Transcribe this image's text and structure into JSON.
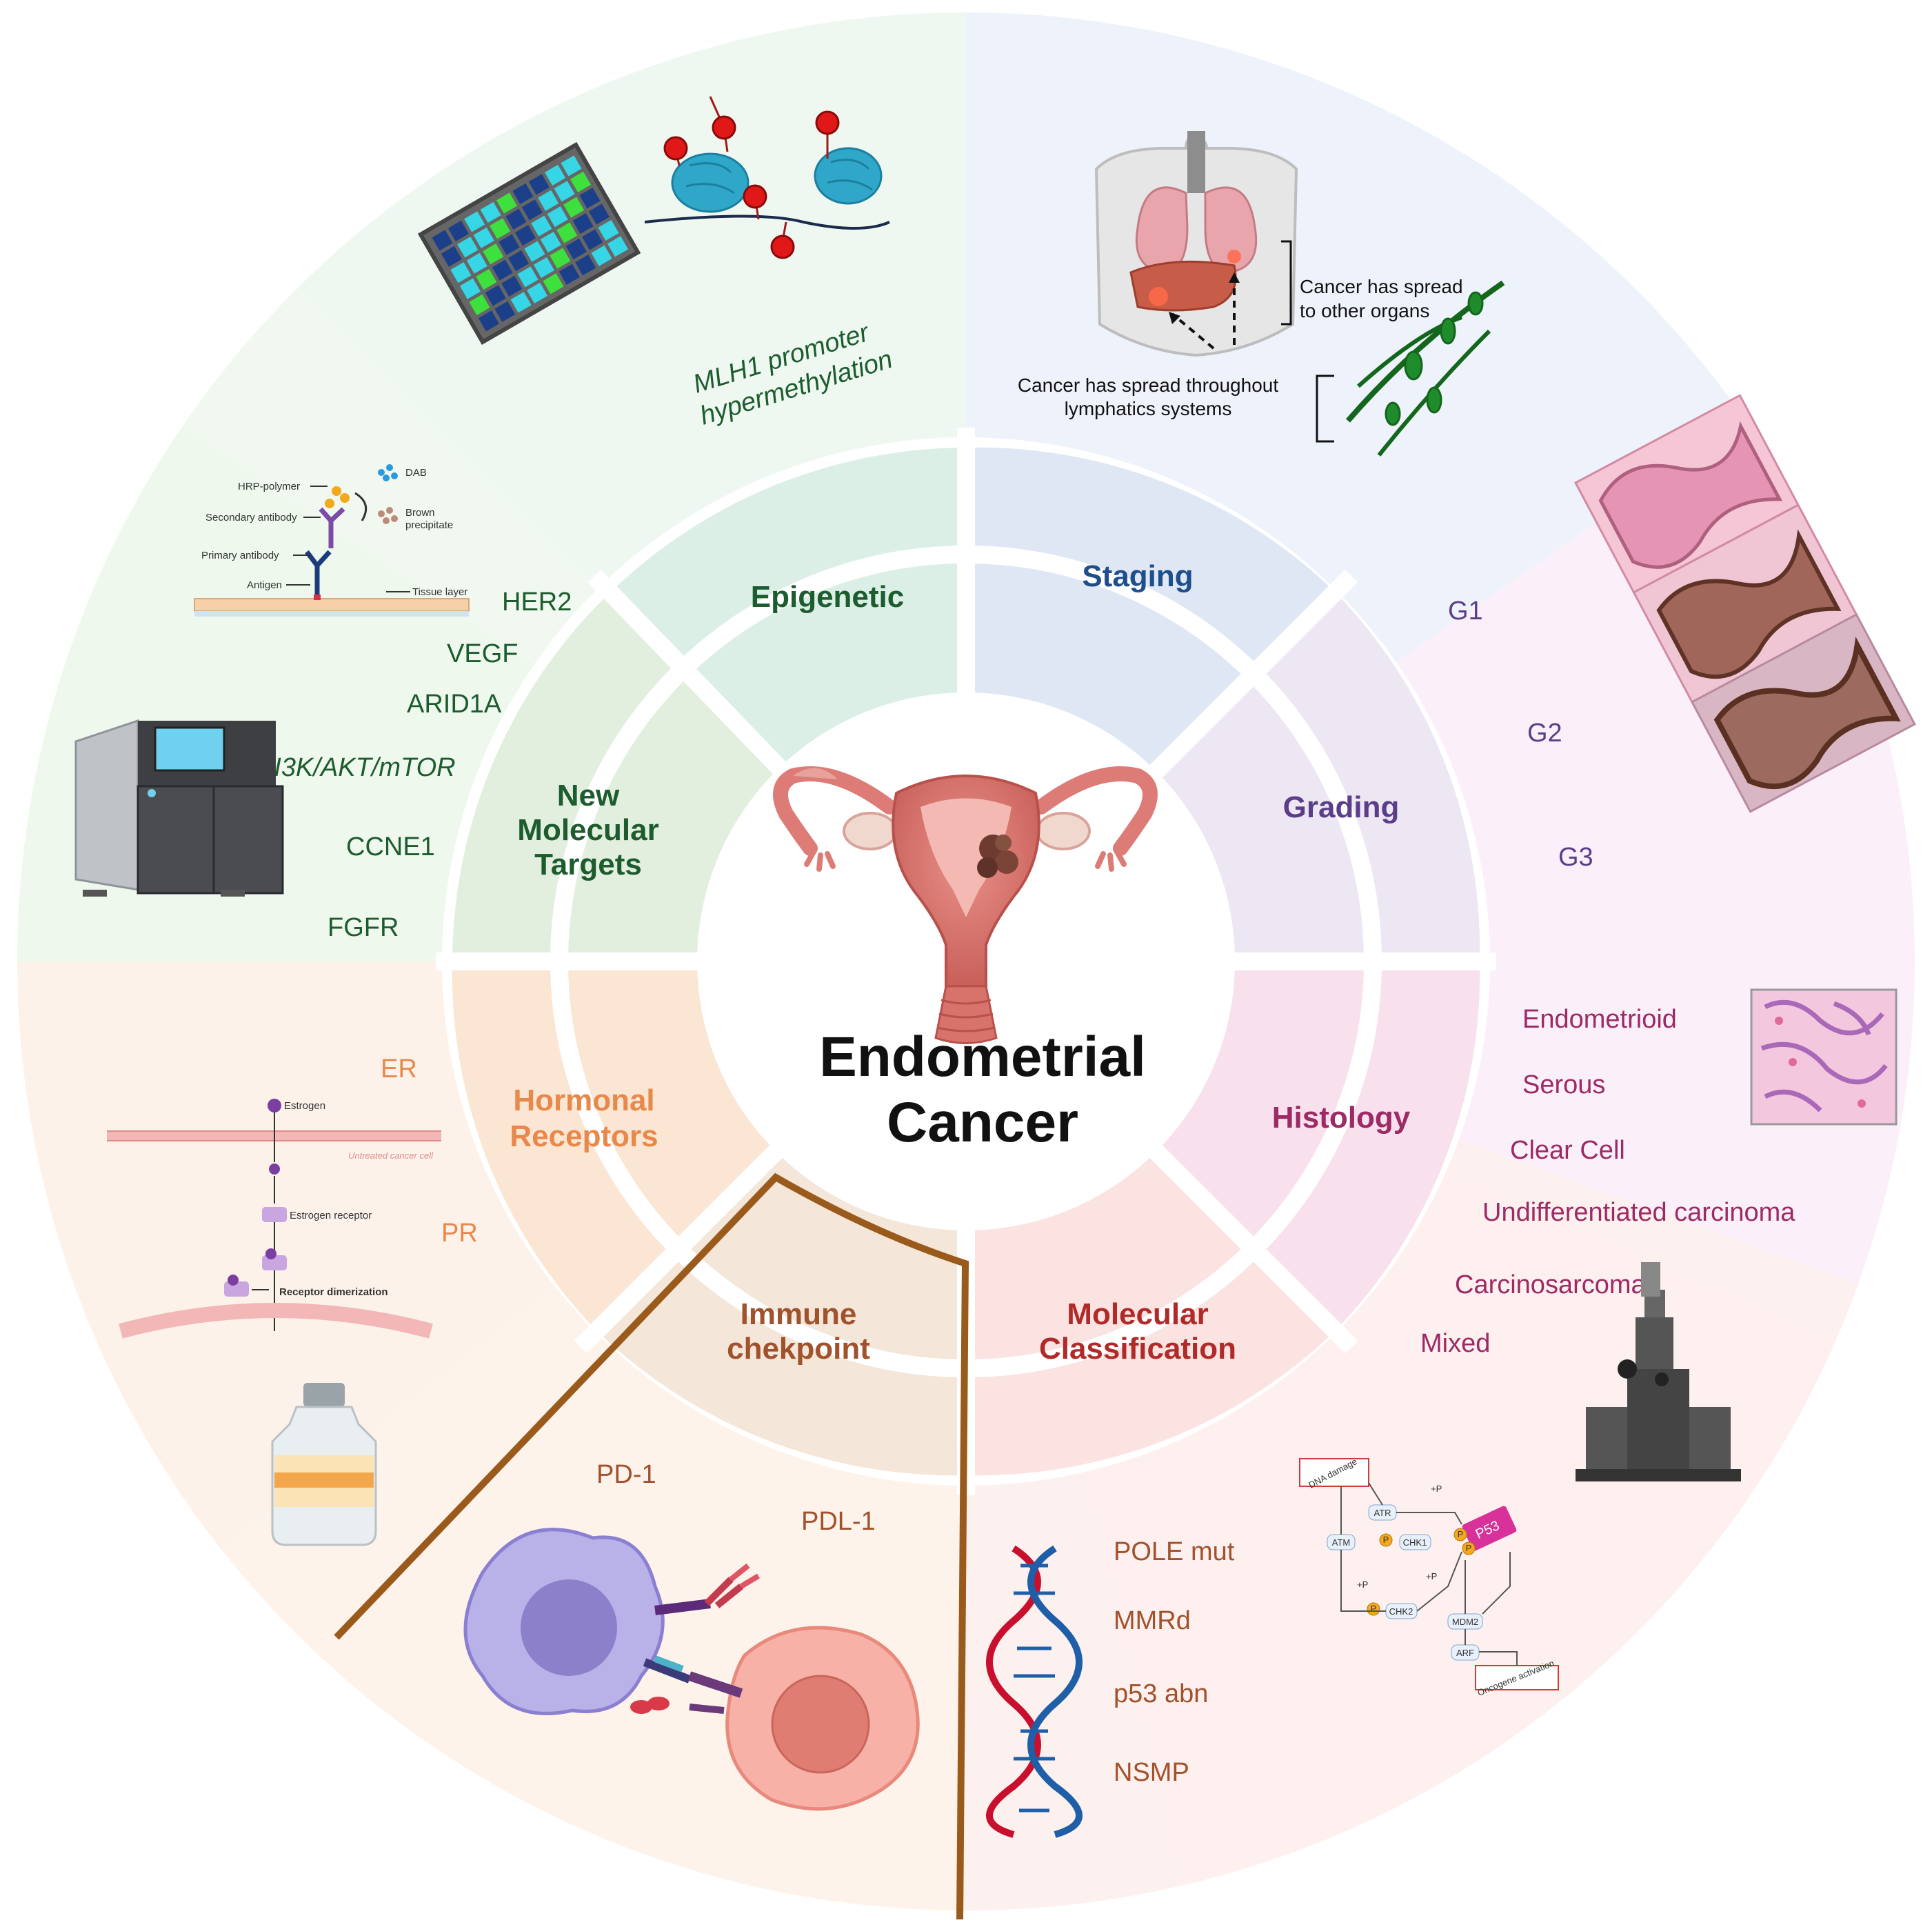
{
  "center": {
    "title_line1": "Endometrial",
    "title_line2": "Cancer"
  },
  "segments": {
    "epigenetic": {
      "label": "Epigenetic",
      "color": "#1d5c2e",
      "items": [
        "MLH1 promoter",
        "hypermethylation"
      ]
    },
    "staging": {
      "label": "Staging",
      "color": "#1f4e8c",
      "annotation_organs": [
        "Cancer has spread",
        "to other organs"
      ],
      "annotation_lymph": [
        "Cancer has spread throughout",
        "lymphatics systems"
      ]
    },
    "grading": {
      "label": "Grading",
      "color": "#5b3d8a",
      "items": [
        "G1",
        "G2",
        "G3"
      ]
    },
    "histology": {
      "label": "Histology",
      "color": "#9c2a64",
      "items": [
        "Endometrioid",
        "Serous",
        "Clear Cell",
        "Undifferentiated carcinoma",
        "Carcinosarcoma",
        "Mixed"
      ]
    },
    "molecular": {
      "label_line1": "Molecular",
      "label_line2": "Classification",
      "color": "#b02a2a",
      "items": [
        "POLE mut",
        "MMRd",
        "p53 abn",
        "NSMP"
      ],
      "pathway": {
        "dna_damage": "DNA damage",
        "atr": "ATR",
        "atm": "ATM",
        "chk1": "CHK1",
        "chk2": "CHK2",
        "p53": "P53",
        "mdm2": "MDM2",
        "arf": "ARF",
        "oncogene": "Oncogene activation",
        "p": "P",
        "plus_p": "+P"
      }
    },
    "immune": {
      "label_line1": "Immune",
      "label_line2": "chekpoint",
      "color": "#a0522d",
      "items": [
        "PD-1",
        "PDL-1"
      ]
    },
    "hormonal": {
      "label_line1": "Hormonal",
      "label_line2": "Receptors",
      "color": "#e8884a",
      "items": [
        "ER",
        "PR"
      ],
      "diagram": {
        "estrogen": "Estrogen",
        "untreated": "Untreated cancer cell",
        "receptor": "Estrogen receptor",
        "dimerization": "Receptor dimerization"
      }
    },
    "targets": {
      "label_line1": "New",
      "label_line2": "Molecular",
      "label_line3": "Targets",
      "color": "#1d5c2e",
      "items": [
        "HER2",
        "VEGF",
        "ARID1A",
        "PI3K/AKT/mTOR",
        "CCNE1",
        "FGFR"
      ],
      "ihc": {
        "hrp": "HRP-polymer",
        "dab": "DAB",
        "secondary": "Secondary antibody",
        "brown": "Brown",
        "precipitate": "precipitate",
        "primary": "Primary antibody",
        "antigen": "Antigen",
        "tissue": "Tissue layer"
      }
    }
  },
  "colors": {
    "wheel_ring": "#ffffff",
    "immune_border": "#9a5a1c"
  }
}
